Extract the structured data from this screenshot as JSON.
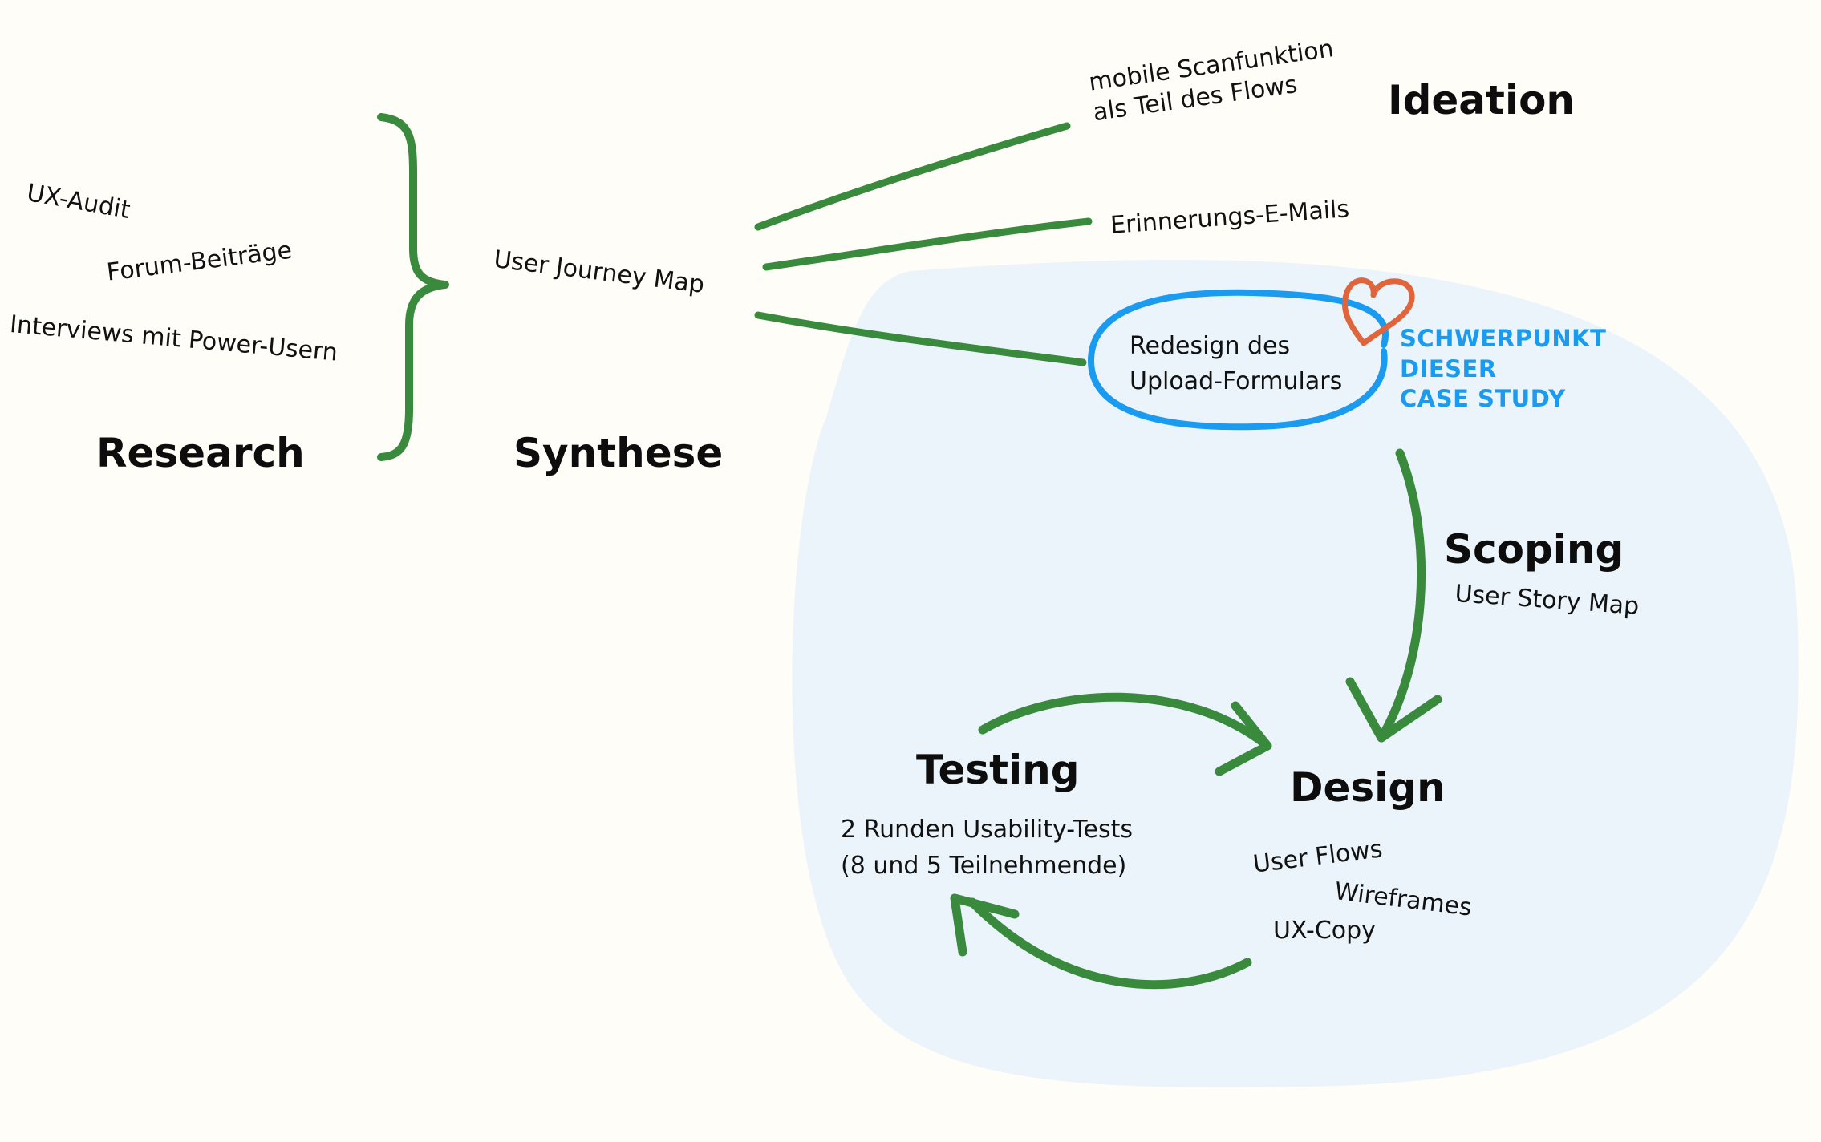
{
  "colors": {
    "background": "#fffdf8",
    "blob": "#eaf4fa",
    "arrow_green": "#3a8a3e",
    "focus_blue": "#1a9bf0",
    "heart_orange": "#e0653c",
    "text": "#111111"
  },
  "stages": {
    "research": {
      "title": "Research",
      "items": [
        "UX-Audit",
        "Forum-Beiträge",
        "Interviews mit Power-Usern"
      ]
    },
    "synthese": {
      "title": "Synthese",
      "items": [
        "User Journey Map"
      ]
    },
    "ideation": {
      "title": "Ideation",
      "ideas": [
        "mobile Scanfunktion",
        "als Teil des Flows",
        "Erinnerungs-E-Mails"
      ],
      "focus_idea": [
        "Redesign des",
        "Upload-Formulars"
      ]
    },
    "scoping": {
      "title": "Scoping",
      "items": [
        "User Story Map"
      ]
    },
    "design": {
      "title": "Design",
      "items": [
        "User Flows",
        "Wireframes",
        "UX-Copy"
      ]
    },
    "testing": {
      "title": "Testing",
      "details": [
        "2 Runden Usability-Tests",
        "(8 und 5 Teilnehmende)"
      ]
    }
  },
  "focus_note": [
    "SCHWERPUNKT",
    "DIESER",
    "CASE STUDY"
  ],
  "icons": [
    "curly-brace",
    "heart-icon",
    "arrow-right",
    "arrow-down",
    "arrow-left"
  ]
}
